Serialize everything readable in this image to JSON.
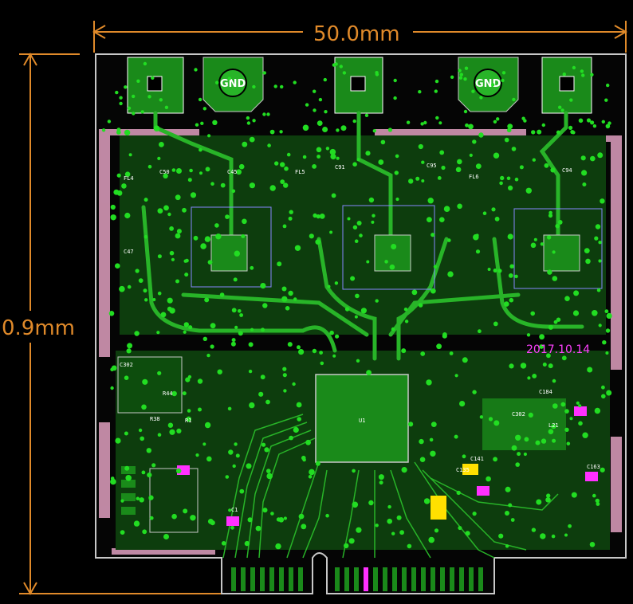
{
  "dimensions": {
    "width_label": "50.0mm",
    "height_label": "0.9mm"
  },
  "silkscreen": {
    "date_code": "2017.10.14",
    "gnd_pads": [
      "GND",
      "GND"
    ],
    "main_ic": "U1",
    "labels": [
      "C50",
      "C45",
      "C47",
      "C91",
      "C95",
      "C94",
      "FL4",
      "FL5",
      "FL6",
      "C302",
      "C184",
      "L21",
      "C163",
      "C141",
      "C135",
      "C1",
      "R38",
      "R1",
      "C302",
      "R44"
    ]
  },
  "colors": {
    "background": "#000000",
    "copper": "#1a8a1a",
    "via": "#22dd22",
    "trace": "#28b428",
    "outline": "#c8c8c8",
    "dimension": "#e08a2a",
    "pad_magenta": "#ff30ff",
    "pad_yellow": "#ffe000",
    "edge_strip": "#e0a0c0"
  }
}
